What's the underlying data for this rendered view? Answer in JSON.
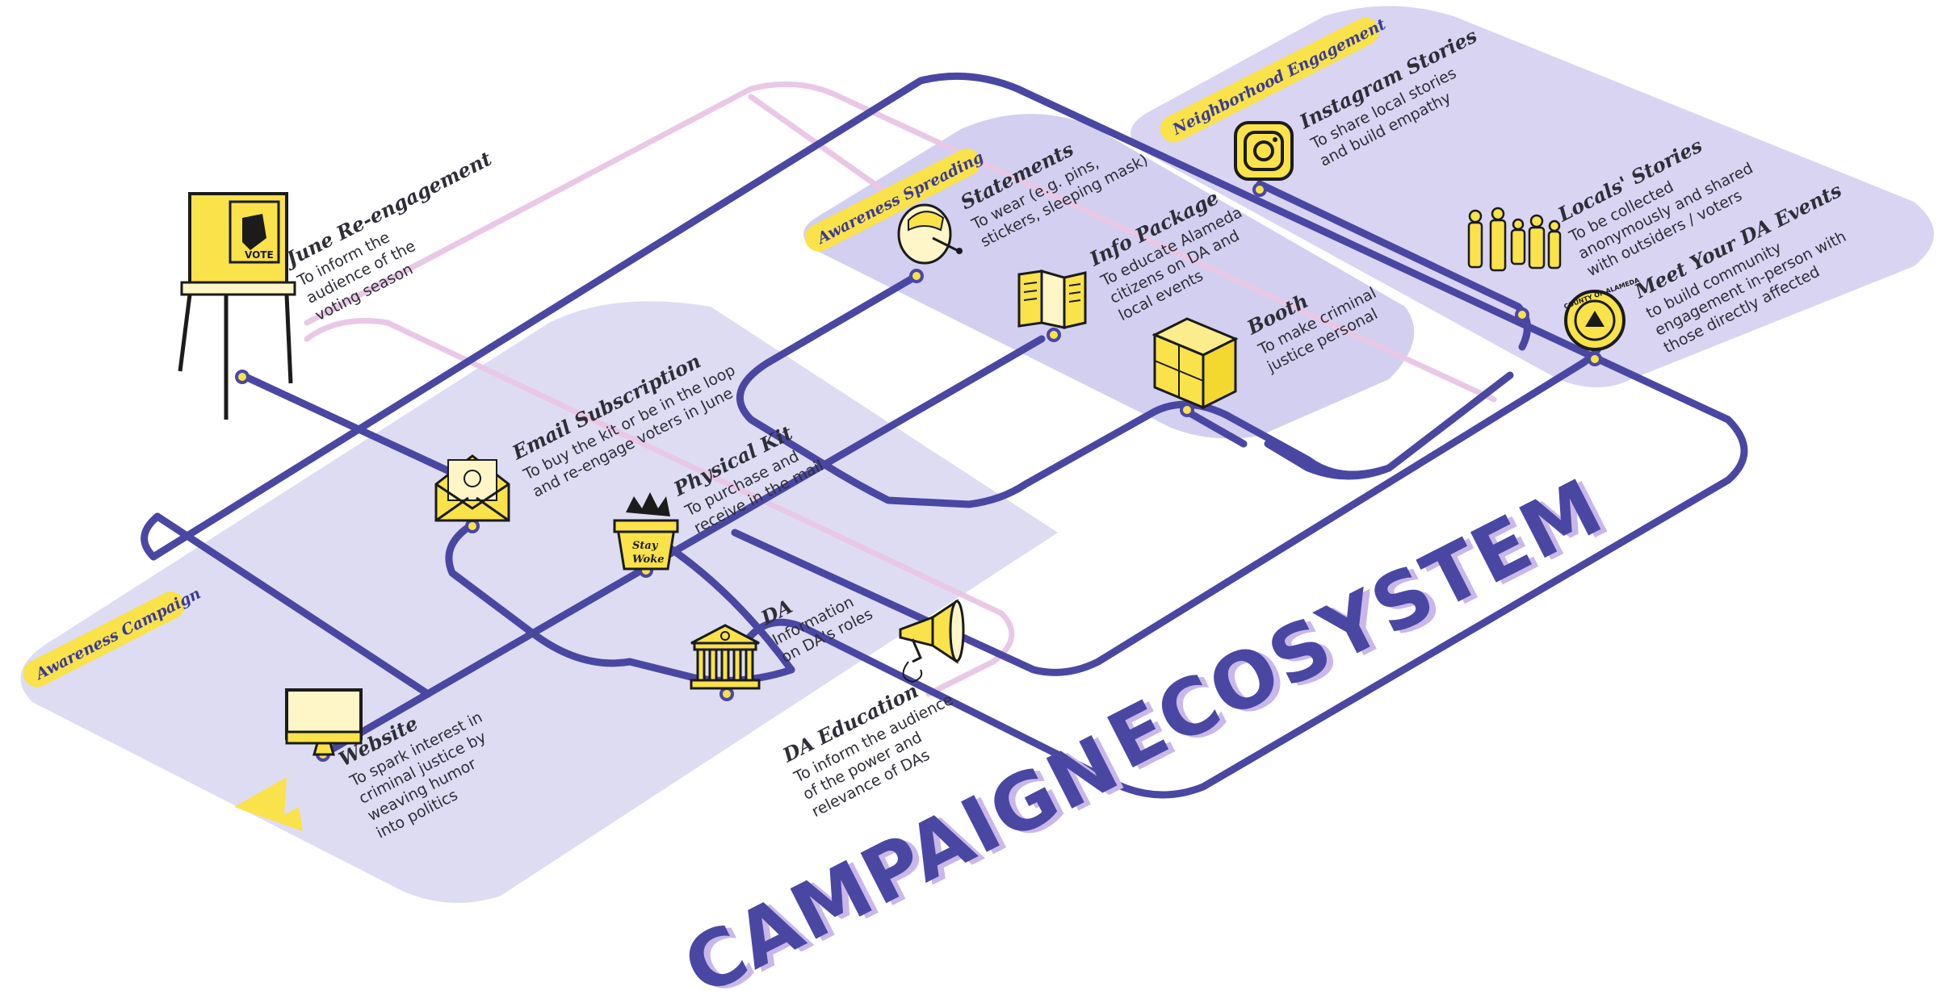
{
  "colors": {
    "track": "#4a47a3",
    "zone": "#dedcf3",
    "zone_deep": "#d2cff0",
    "accent_yellow": "#f9e24a",
    "pink_track": "#e9c8e6",
    "title_shadow": "#c9b7ea"
  },
  "title": {
    "word1": "CAMPAIGN",
    "word2": "ECOSYSTEM"
  },
  "zones": {
    "awareness_campaign": "Awareness Campaign",
    "awareness_spreading": "Awareness Spreading",
    "neighborhood_engagement": "Neighborhood Engagement"
  },
  "nodes": {
    "june": {
      "title": "June Re-engagement",
      "desc": [
        "To inform the",
        "audience of the",
        "voting season"
      ],
      "icon": "voting-booth-icon",
      "icon_label": "VOTE"
    },
    "email": {
      "title": "Email Subscription",
      "desc": [
        "To buy the kit or be in the loop",
        "and re-engage voters in June"
      ],
      "icon": "envelope-icon"
    },
    "kit": {
      "title": "Physical Kit",
      "desc": [
        "To purchase and",
        "receive in the mail"
      ],
      "icon": "plant-pot-icon",
      "icon_label": [
        "Stay",
        "Woke"
      ]
    },
    "website": {
      "title": "Website",
      "desc": [
        "To spark interest in",
        "criminal justice by",
        "weaving humor",
        "into politics"
      ],
      "icon": "monitor-icon"
    },
    "da": {
      "title": "DA",
      "desc": [
        "Information",
        "on DA's roles"
      ],
      "icon": "courthouse-icon"
    },
    "da_edu": {
      "title": "DA Education",
      "desc": [
        "To inform the audience",
        "of the power and",
        "relevance of DAs"
      ],
      "icon": "megaphone-icon"
    },
    "statements": {
      "title": "Statements",
      "desc": [
        "To wear (e.g. pins,",
        "stickers, sleeping mask)"
      ],
      "icon": "pin-icon"
    },
    "info": {
      "title": "Info Package",
      "desc": [
        "To educate Alameda",
        "citizens on DA and",
        "local events"
      ],
      "icon": "brochure-icon"
    },
    "booth": {
      "title": "Booth",
      "desc": [
        "To make criminal",
        "justice personal"
      ],
      "icon": "booth-icon"
    },
    "instagram": {
      "title": "Instagram Stories",
      "desc": [
        "To share local stories",
        "and build empathy"
      ],
      "icon": "instagram-icon"
    },
    "locals": {
      "title": "Locals' Stories",
      "desc": [
        "To be collected",
        "anonymously and shared",
        "with outsiders / voters"
      ],
      "icon": "people-icon"
    },
    "meet": {
      "title": "Meet Your DA Events",
      "desc": [
        "to build community",
        "engagement in-person with",
        "those directly affected"
      ],
      "icon": "county-seal-icon",
      "icon_label": "COUNTY OF ALAMEDA"
    }
  }
}
